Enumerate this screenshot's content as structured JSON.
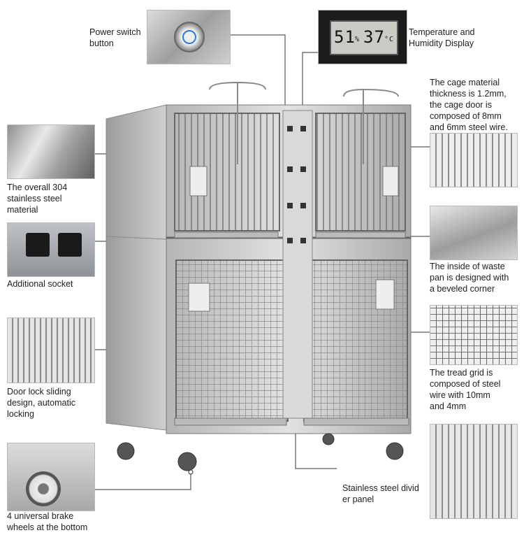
{
  "labels": {
    "power_switch": "Power switch\nbutton",
    "temp_humidity": "Temperature and\nHumidity Display",
    "material_thickness": "The cage material\nthickness is 1.2mm,\nthe cage door is\ncomposed of 8mm\nand 6mm steel wire.",
    "overall_304": "The overall 304\nstainless steel\nmaterial",
    "additional_socket": "Additional socket",
    "waste_pan": "The inside of waste\npan is designed with\na beveled corner",
    "door_lock": "Door lock sliding\ndesign, automatic\nlocking",
    "tread_grid": "The tread grid is\ncomposed of steel\nwire with 10mm\nand 4mm",
    "divider_panel": "Stainless steel divid\ner panel",
    "brake_wheels": "4 universal brake\nwheels at the bottom"
  },
  "display": {
    "humidity": "51",
    "humidity_unit": "%",
    "temperature": "37",
    "temperature_unit": "°C"
  },
  "colors": {
    "steel": "#c9c9c9",
    "steel_dark": "#7d7d7d",
    "line": "#333333",
    "lcd_bg": "#c8ccc4"
  }
}
